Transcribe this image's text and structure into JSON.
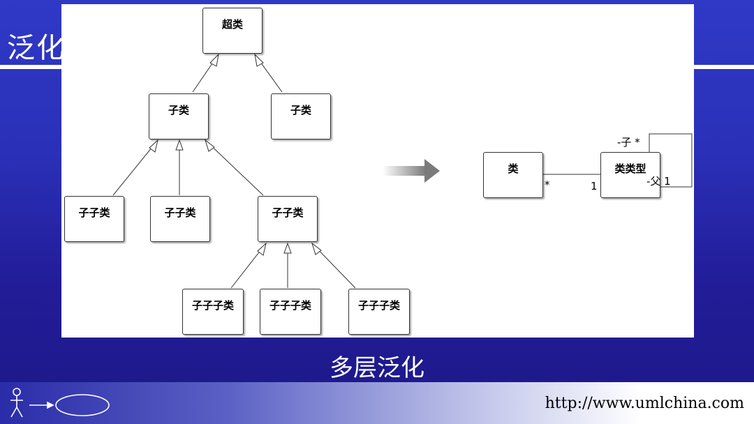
{
  "slide": {
    "title": "泛化",
    "caption": "多层泛化",
    "footer_url": "http://www.umlchina.com"
  },
  "diagram_left": {
    "root": "超类",
    "level1": [
      "子类",
      "子类"
    ],
    "level2": [
      "子子类",
      "子子类",
      "子子类"
    ],
    "level3": [
      "子子子类",
      "子子子类",
      "子子子类"
    ]
  },
  "diagram_right": {
    "class_a": "类",
    "class_b": "类类型",
    "assoc_mult_a": "*",
    "assoc_mult_b": "1",
    "self_role_child": "-子 *",
    "self_role_parent": "-父 1"
  },
  "colors": {
    "background_top": "#2f39c6",
    "background_bottom": "#1e1a8c",
    "panel": "#ffffff",
    "text_light": "#ffffff"
  },
  "icons": [
    "actor-icon",
    "arrow-icon",
    "use-case-ellipse-icon",
    "transform-arrow-icon"
  ]
}
